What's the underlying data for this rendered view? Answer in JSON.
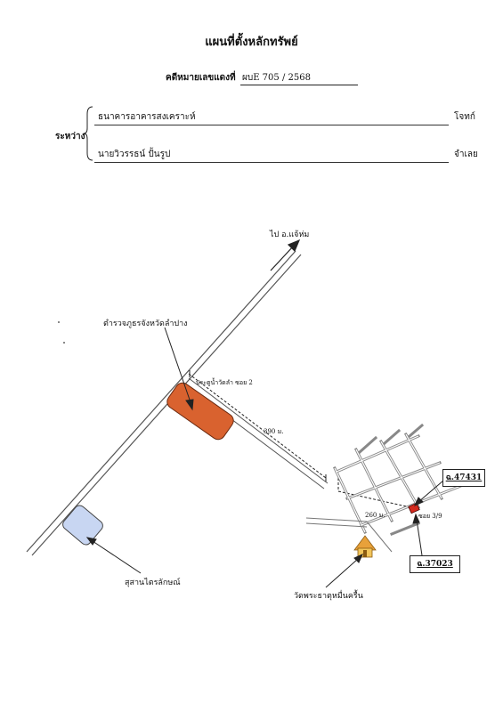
{
  "header": {
    "title": "แผนที่ตั้งหลักทรัพย์",
    "case_label": "คดีหมายเลขแดงที่",
    "case_number": "ผบE 705 / 2568"
  },
  "parties": {
    "between_label": "ระหว่าง",
    "plaintiff_name": "ธนาคารอาคารสงเคราะห์",
    "plaintiff_role": "โจทก์",
    "defendant_name": "นายวิวรรธน์ ปั้นรูป",
    "defendant_role": "จำเลย"
  },
  "map": {
    "direction_label": "ไป อ.แจ้ห่ม",
    "police_label": "ตำรวจภูธรจังหวัดลำปาง",
    "gate_label": "ประตูน้ำวัดลำ ซอย 2",
    "distance_390": "390 ม.",
    "distance_260": "260 ม.",
    "soi_label": "ซอย 3/9",
    "cemetery_label": "สุสานไตรลักษณ์",
    "temple_label": "วัดพระธาตุหมื่นครื้น",
    "deed_1": "ฉ.47431",
    "deed_2": "ฉ.37023",
    "colors": {
      "police_station": "#d9622f",
      "cemetery": "#c8d6f2",
      "property_marker": "#d42a1e",
      "temple": "#e8a13a"
    }
  }
}
